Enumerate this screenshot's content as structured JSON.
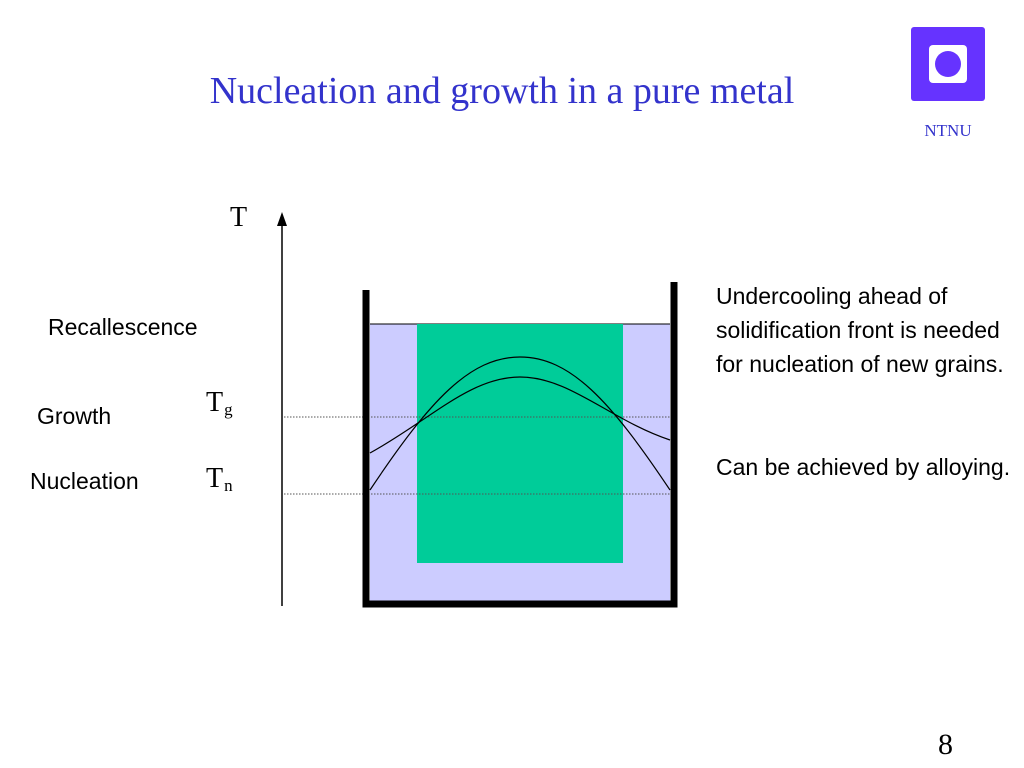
{
  "slide": {
    "title": "Nucleation and growth in a pure metal",
    "page_number": "8"
  },
  "logo": {
    "text": "NTNU",
    "color": "#6633ff"
  },
  "diagram": {
    "axis_label": "T",
    "levels": [
      {
        "label": "Recallescence"
      },
      {
        "label": "Growth",
        "symbol": "T",
        "subscript": "g"
      },
      {
        "label": "Nucleation",
        "symbol": "T",
        "subscript": "n"
      }
    ],
    "colors": {
      "melt": "#ccccff",
      "solid": "#00cc99",
      "crucible": "#000000"
    }
  },
  "notes": [
    "Undercooling ahead of solidification front is needed for nucleation of new grains.",
    "Can be achieved by alloying."
  ]
}
